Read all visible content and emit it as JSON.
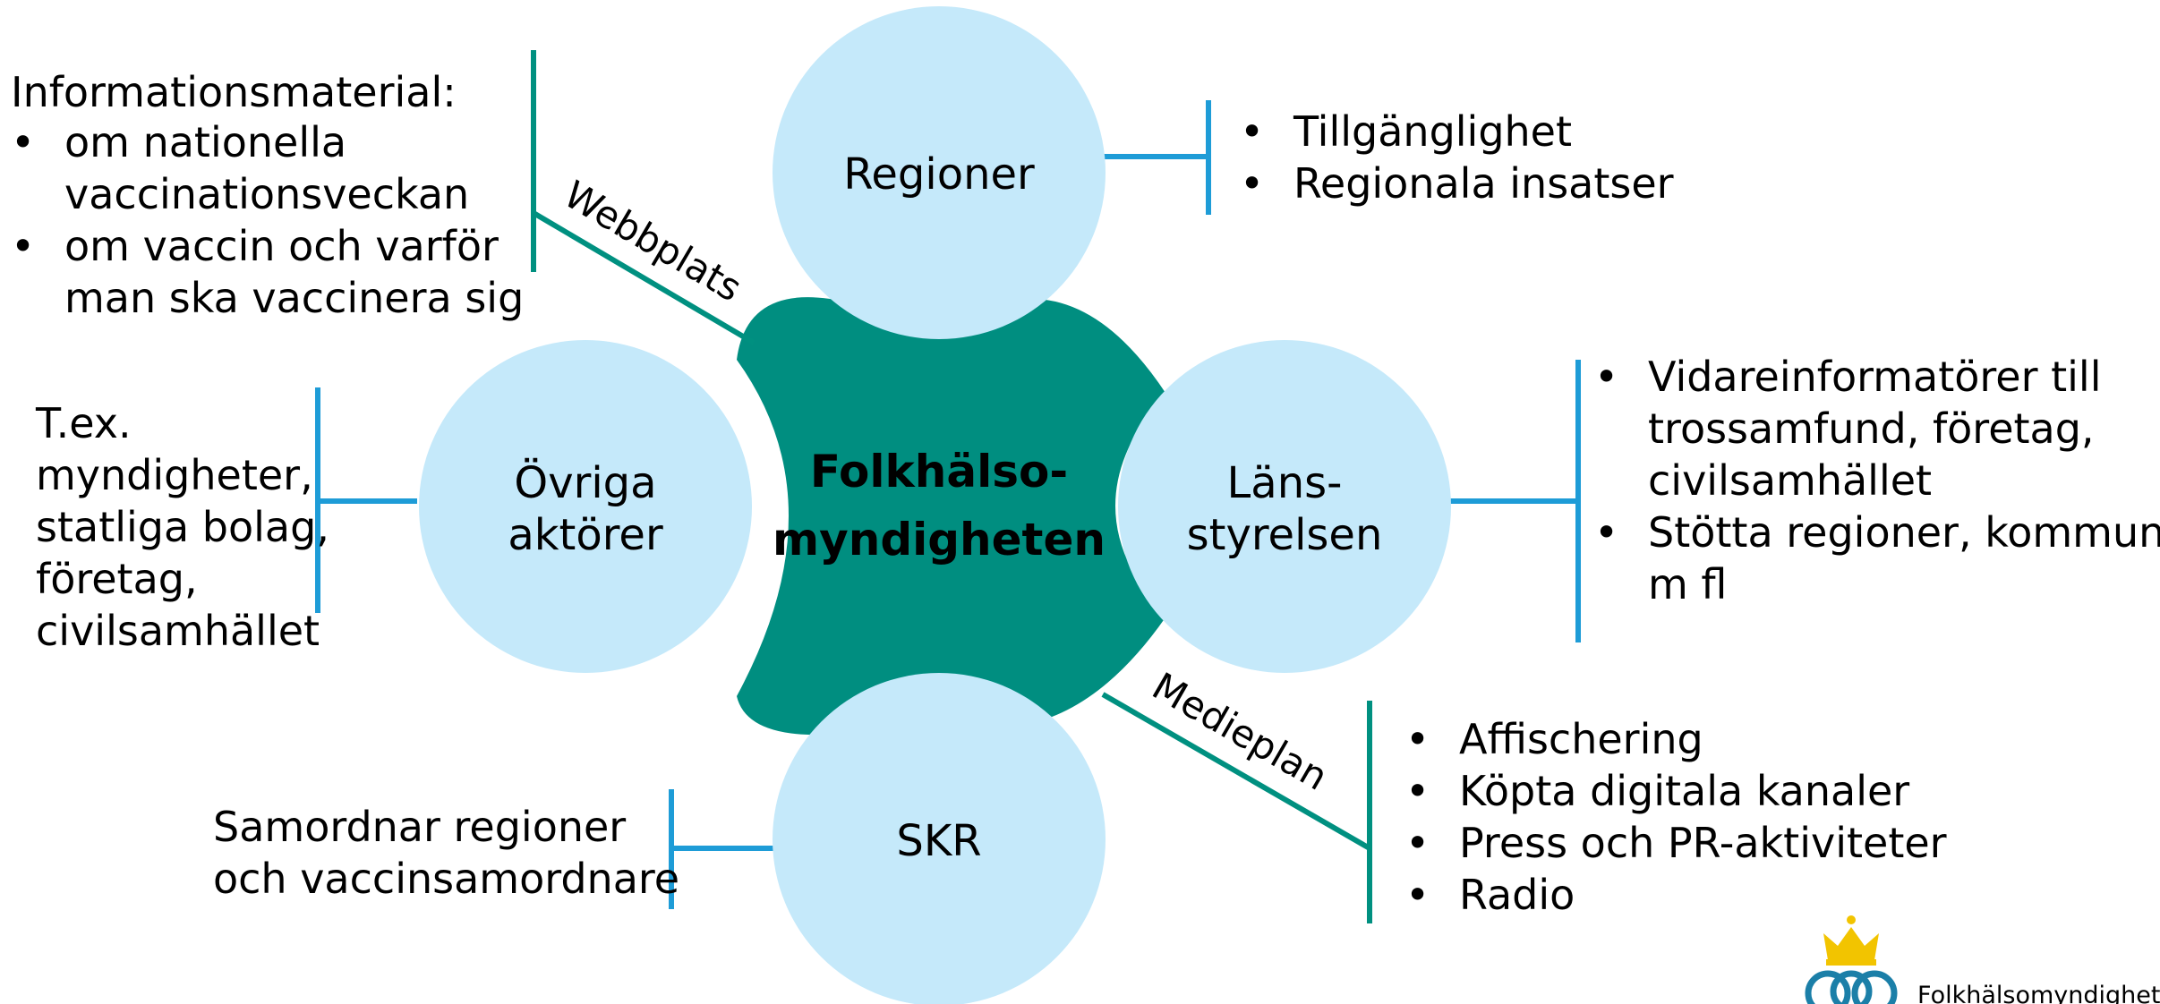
{
  "center": {
    "label_line1": "Folkhälso-",
    "label_line2": "myndigheten"
  },
  "nodes": {
    "regioner": "Regioner",
    "lansstyrelsen_line1": "Läns-",
    "lansstyrelsen_line2": "styrelsen",
    "skr": "SKR",
    "ovriga_line1": "Övriga",
    "ovriga_line2": "aktörer"
  },
  "connectors": {
    "webbplats": "Webbplats",
    "medieplan": "Medieplan"
  },
  "info_material": {
    "title": "Informationsmaterial:",
    "bullet1_line1": "om nationella",
    "bullet1_line2": "vaccinationsveckan",
    "bullet2_line1": "om vaccin och varför",
    "bullet2_line2": "man ska vaccinera sig"
  },
  "regioner_notes": {
    "item1": "Tillgänglighet",
    "item2": "Regionala insatser"
  },
  "lansstyrelsen_notes": {
    "item1_line1": "Vidareinformatörer till",
    "item1_line2": "trossamfund, företag,",
    "item1_line3": "civilsamhället",
    "item2_line1": "Stötta regioner, kommuner",
    "item2_line2": "m fl"
  },
  "ovriga_notes": {
    "line1": "T.ex.",
    "line2": "myndigheter,",
    "line3": "statliga bolag,",
    "line4": "företag,",
    "line5": "civilsamhället"
  },
  "skr_notes": {
    "line1": "Samordnar regioner",
    "line2": "och vaccinsamordnare"
  },
  "media_notes": {
    "item1": "Affischering",
    "item2": "Köpta digitala kanaler",
    "item3": "Press och PR-aktiviteter",
    "item4": "Radio"
  },
  "bullet_char": "•",
  "logo": {
    "text": "Folkhälsomyndigheten"
  },
  "colors": {
    "teal": "#008E80",
    "light_circle": "#C5E9FA",
    "blue_line": "#1E9CD7",
    "teal_line": "#009080",
    "gold": "#F2C400"
  }
}
